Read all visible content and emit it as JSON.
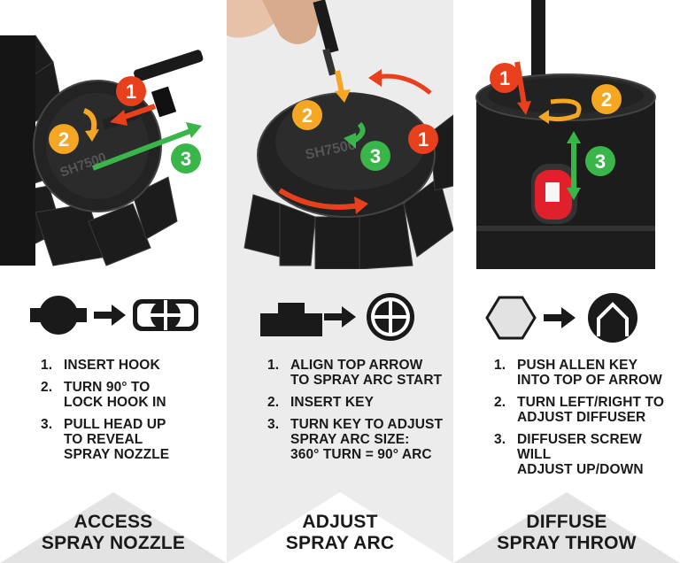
{
  "panels": [
    {
      "badges": [
        "1",
        "2",
        "3"
      ],
      "steps": [
        {
          "num": "1.",
          "text": "INSERT HOOK"
        },
        {
          "num": "2.",
          "text": "TURN 90° TO\nLOCK HOOK IN"
        },
        {
          "num": "3.",
          "text": "PULL HEAD UP\nTO REVEAL\nSPRAY NOZZLE"
        }
      ],
      "title_line1": "ACCESS",
      "title_line2": "SPRAY NOZZLE"
    },
    {
      "badges": [
        "2",
        "3",
        "1"
      ],
      "steps": [
        {
          "num": "1.",
          "text": "ALIGN TOP ARROW\nTO SPRAY ARC START"
        },
        {
          "num": "2.",
          "text": "INSERT KEY"
        },
        {
          "num": "3.",
          "text": "TURN KEY TO ADJUST\nSPRAY ARC SIZE:\n360° TURN = 90° ARC"
        }
      ],
      "title_line1": "ADJUST",
      "title_line2": "SPRAY ARC"
    },
    {
      "badges": [
        "1",
        "2",
        "3"
      ],
      "steps": [
        {
          "num": "1.",
          "text": "PUSH ALLEN KEY\nINTO TOP OF ARROW"
        },
        {
          "num": "2.",
          "text": "TURN LEFT/RIGHT TO\nADJUST DIFFUSER"
        },
        {
          "num": "3.",
          "text": "DIFFUSER SCREW WILL\nADJUST UP/DOWN"
        }
      ],
      "title_line1": "DIFFUSE",
      "title_line2": "SPRAY THROW"
    }
  ],
  "photo_labels": {
    "cap_text": "SH7500"
  },
  "colors": {
    "step1_red": "#e8401c",
    "step2_orange": "#f5a623",
    "step3_green": "#3ab54a",
    "text_dark": "#1a1a1a",
    "panel_gray": "#ececec",
    "footer_triangle": "#e3e3e3"
  }
}
